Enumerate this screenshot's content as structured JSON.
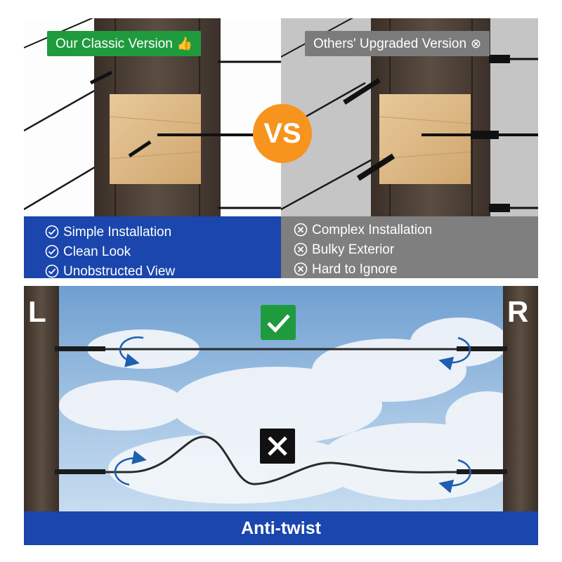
{
  "comparison": {
    "classic": {
      "label": "Our Classic Version",
      "label_icon": "thumbs-up-icon",
      "accent": "#1f9b3e",
      "features": [
        "Simple Installation",
        "Clean Look",
        "Unobstructed View"
      ],
      "feature_icon": "check-circle-icon",
      "feature_bg": "#1a46ad"
    },
    "upgraded": {
      "label": "Others' Upgraded Version",
      "label_icon": "x-circle-icon",
      "accent": "#7b7b7b",
      "features": [
        "Complex Installation",
        "Bulky Exterior",
        "Hard to Ignore"
      ],
      "feature_icon": "x-circle-icon",
      "feature_bg": "#7f7f7f"
    },
    "vs_label": "VS",
    "vs_color": "#f7941d"
  },
  "twist_demo": {
    "left_label": "L",
    "right_label": "R",
    "good_icon": "check-icon",
    "bad_icon": "x-icon",
    "caption": "Anti-twist",
    "caption_bg": "#1a46ad"
  }
}
